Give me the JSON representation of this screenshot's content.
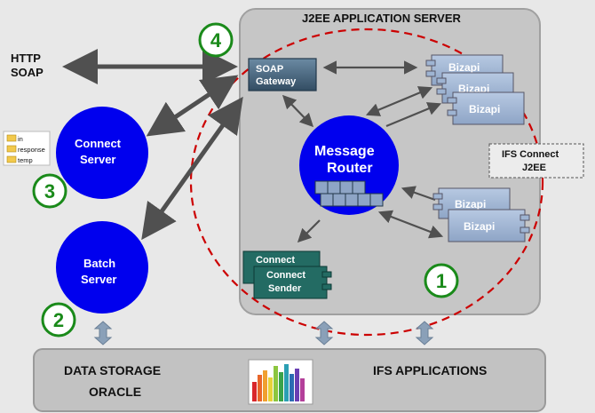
{
  "http_label": "HTTP",
  "soap_label": "SOAP",
  "server_title": "J2EE APPLICATION SERVER",
  "soap_gateway": [
    "SOAP",
    "Gateway"
  ],
  "bizapi_top": [
    "Bizapi",
    "Bizapi",
    "Bizapi"
  ],
  "bizapi_bottom": [
    "Bizapi",
    "Bizapi"
  ],
  "message_router": [
    "Message",
    "Router"
  ],
  "ifs_connect_j2ee": [
    "IFS Connect",
    "J2EE"
  ],
  "connect_server": [
    "Connect",
    "Server"
  ],
  "batch_server": [
    "Batch",
    "Server"
  ],
  "connect_boxes": [
    "Connect",
    "Connect",
    "Sender"
  ],
  "folders": [
    "in",
    "response",
    "temp"
  ],
  "numbers": {
    "n1": "1",
    "n2": "2",
    "n3": "3",
    "n4": "4"
  },
  "data_storage": "DATA STORAGE",
  "oracle": "ORACLE",
  "ifs_applications": "IFS APPLICATIONS",
  "colors": {
    "circle": "#0000ee",
    "number_ring": "#1a8a1a",
    "dashed": "#cc0000",
    "gateway": "#3f5f78",
    "bizapi": "#9eb4d2",
    "connect_box": "#236b63",
    "arrow": "#505050"
  }
}
